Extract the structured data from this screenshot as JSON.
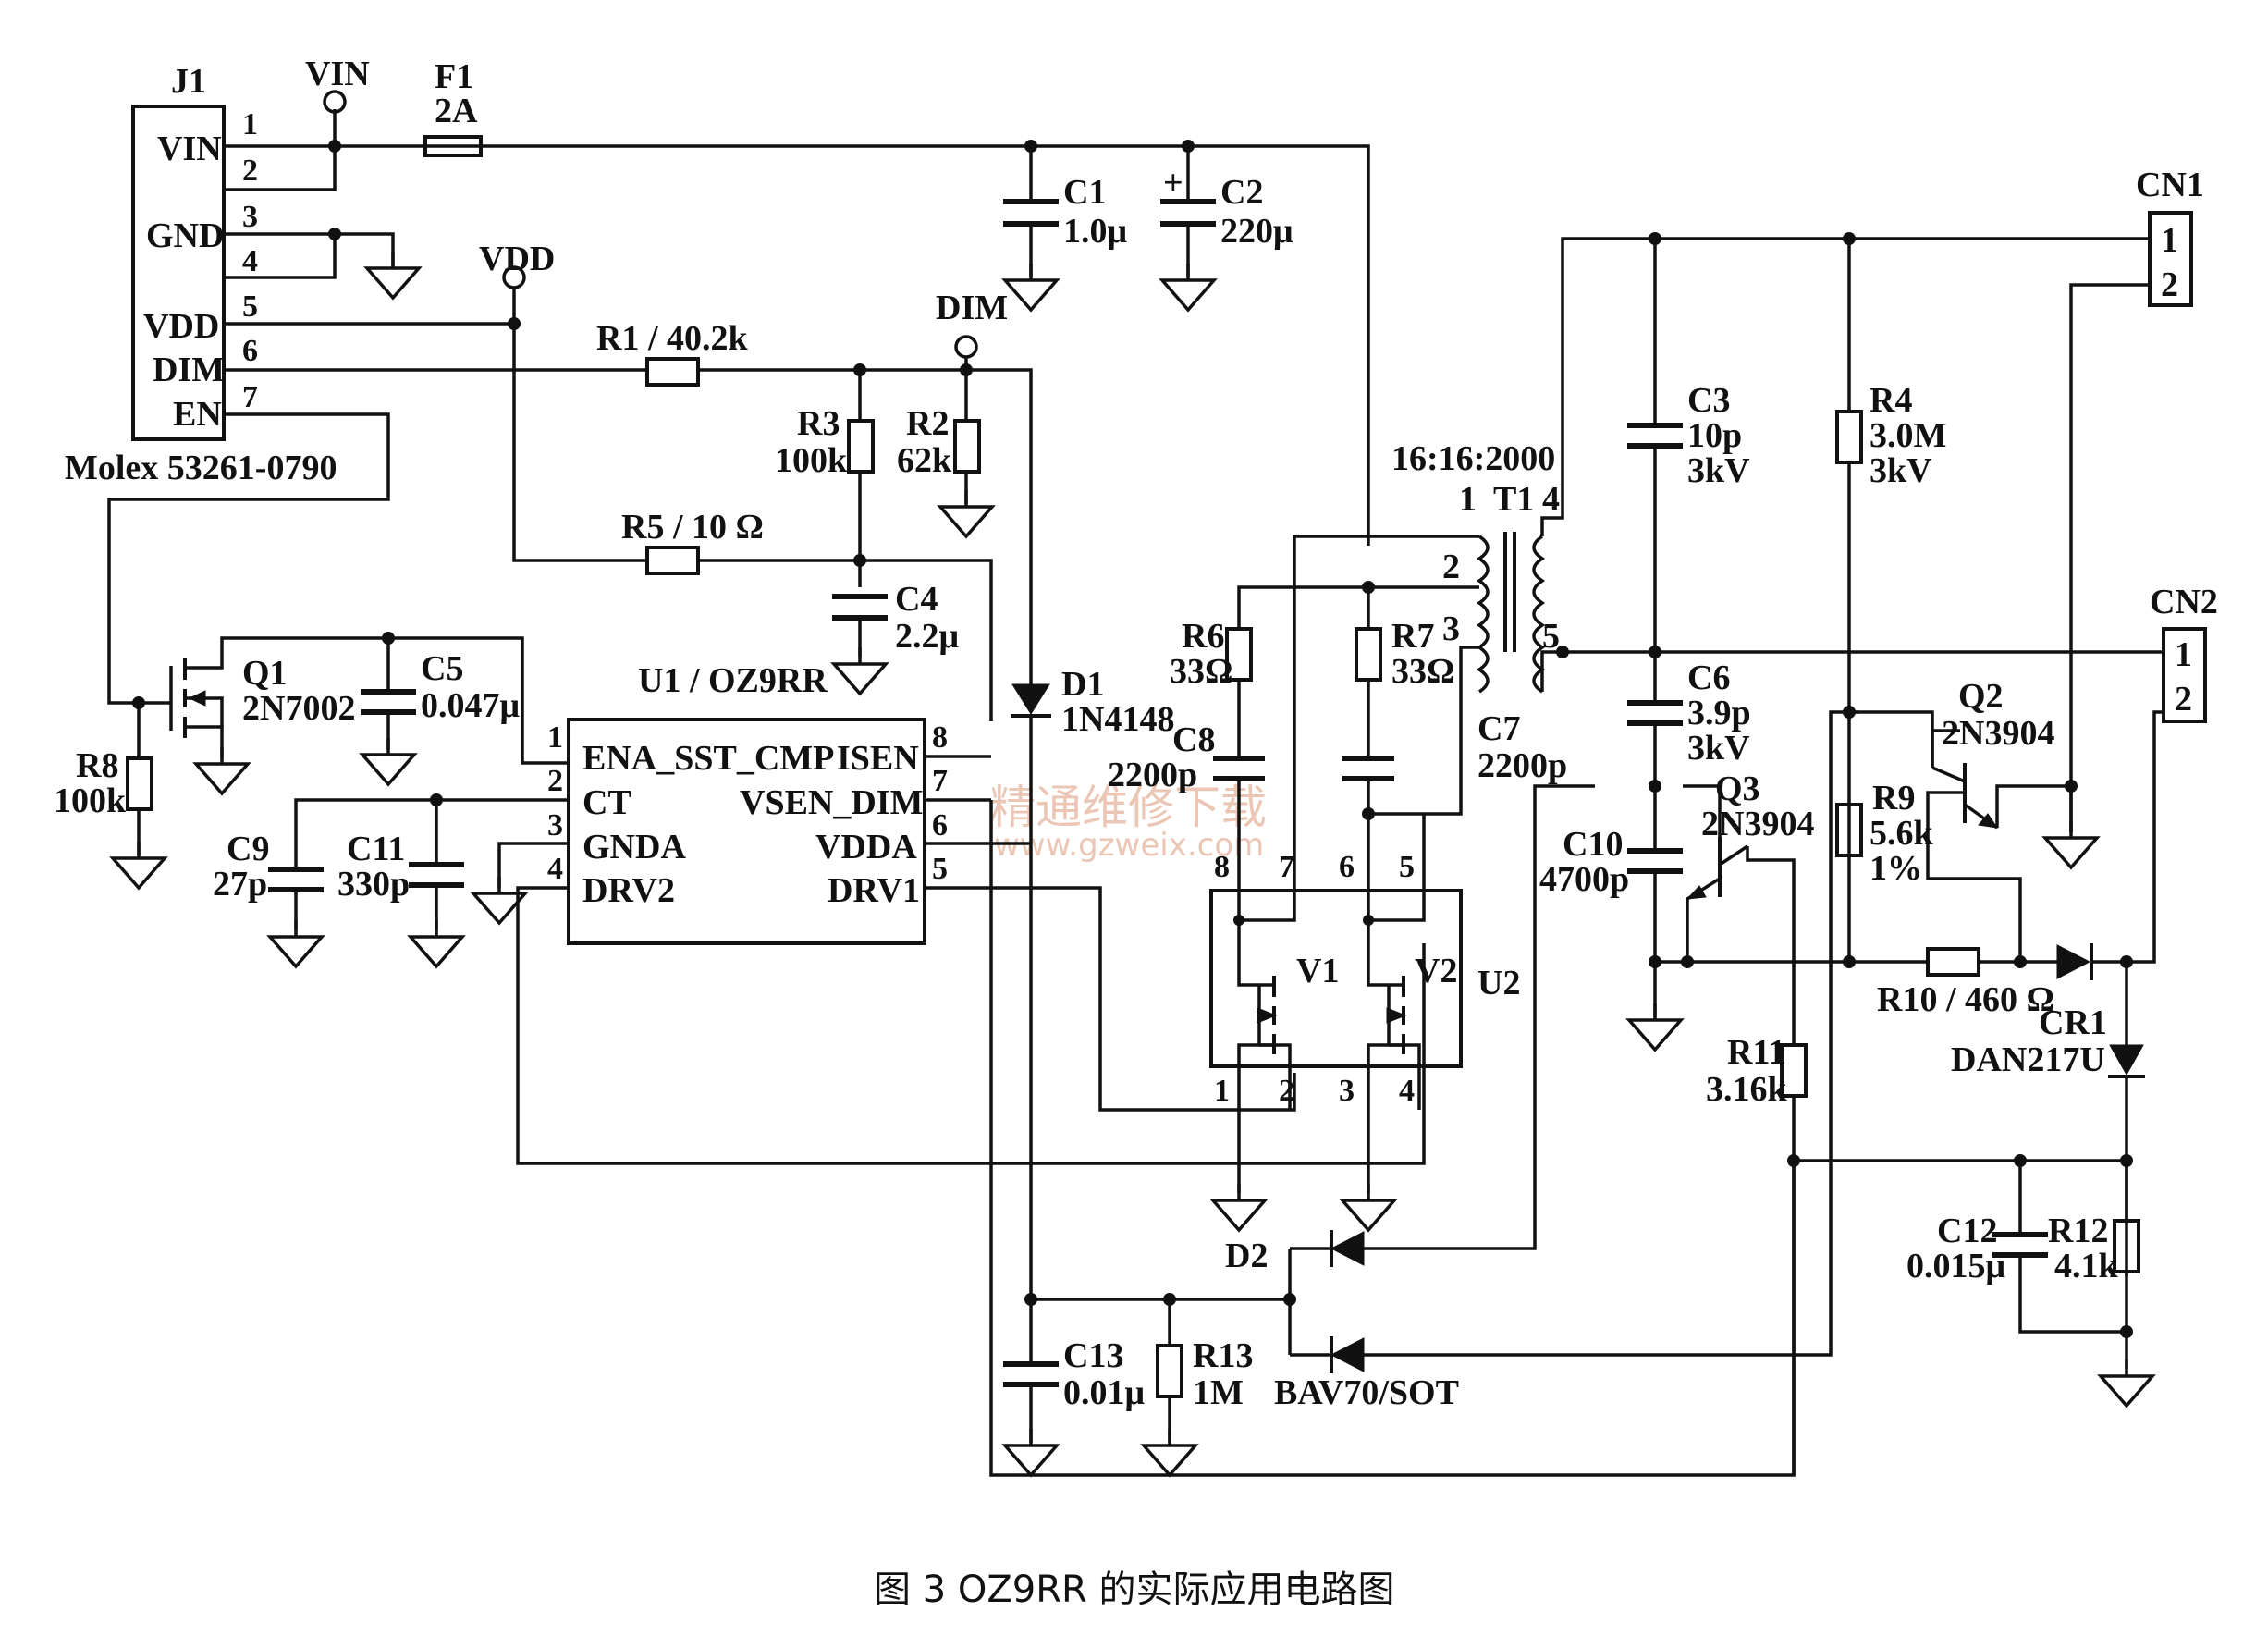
{
  "caption": "图 3 OZ9RR 的实际应用电路图",
  "watermark": {
    "cn": "精通维修下载",
    "url": "www.gzweix.com"
  },
  "connector_j1": {
    "ref": "J1",
    "part": "Molex 53261-0790",
    "signals": [
      "VIN",
      "GND",
      "VDD",
      "DIM",
      "EN"
    ],
    "pins": [
      "1",
      "2",
      "3",
      "4",
      "5",
      "6",
      "7"
    ]
  },
  "nets": {
    "vin": "VIN",
    "vdd": "VDD",
    "dim": "DIM"
  },
  "fuse": {
    "ref": "F1",
    "value": "2A"
  },
  "u1": {
    "ref": "U1 / OZ9RR",
    "left_pins": [
      "ENA_SST_CMP",
      "CT",
      "GNDA",
      "DRV2"
    ],
    "right_pins": [
      "ISEN",
      "VSEN_DIM",
      "VDDA",
      "DRV1"
    ],
    "left_nums": [
      "1",
      "2",
      "3",
      "4"
    ],
    "right_nums": [
      "8",
      "7",
      "6",
      "5"
    ]
  },
  "u2": {
    "ref": "U2",
    "v1": "V1",
    "v2": "V2",
    "top_pins": [
      "8",
      "7",
      "6",
      "5"
    ],
    "bottom_pins": [
      "1",
      "2",
      "3",
      "4"
    ]
  },
  "transformer": {
    "ref": "T1",
    "ratio": "16:16:2000",
    "pins": [
      "1",
      "2",
      "3",
      "4",
      "5"
    ]
  },
  "cn1": {
    "ref": "CN1",
    "pins": [
      "1",
      "2"
    ]
  },
  "cn2": {
    "ref": "CN2",
    "pins": [
      "1",
      "2"
    ]
  },
  "components": {
    "c1": {
      "ref": "C1",
      "value": "1.0μ"
    },
    "c2": {
      "ref": "C2",
      "value": "220μ",
      "polarity": "+"
    },
    "c3": {
      "ref": "C3",
      "value": "10p",
      "rating": "3kV"
    },
    "c4": {
      "ref": "C4",
      "value": "2.2μ"
    },
    "c5": {
      "ref": "C5",
      "value": "0.047μ"
    },
    "c6": {
      "ref": "C6",
      "value": "3.9p",
      "rating": "3kV"
    },
    "c7": {
      "ref": "C7",
      "value": "2200p"
    },
    "c8": {
      "ref": "C8",
      "value": "2200p"
    },
    "c9": {
      "ref": "C9",
      "value": "27p"
    },
    "c10": {
      "ref": "C10",
      "value": "4700p"
    },
    "c11": {
      "ref": "C11",
      "value": "330p"
    },
    "c12": {
      "ref": "C12",
      "value": "0.015μ"
    },
    "c13": {
      "ref": "C13",
      "value": "0.01μ"
    },
    "r1": "R1 / 40.2k",
    "r2": {
      "ref": "R2",
      "value": "62k"
    },
    "r3": {
      "ref": "R3",
      "value": "100k"
    },
    "r4": {
      "ref": "R4",
      "value": "3.0M",
      "rating": "3kV"
    },
    "r5": "R5 / 10 Ω",
    "r6": {
      "ref": "R6",
      "value": "33Ω"
    },
    "r7": {
      "ref": "R7",
      "value": "33Ω"
    },
    "r8": {
      "ref": "R8",
      "value": "100k"
    },
    "r9": {
      "ref": "R9",
      "value": "5.6k",
      "tol": "1%"
    },
    "r10": "R10 / 460 Ω",
    "r11": {
      "ref": "R11",
      "value": "3.16k"
    },
    "r12": {
      "ref": "R12",
      "value": "4.1k"
    },
    "r13": {
      "ref": "R13",
      "value": "1M"
    },
    "q1": {
      "ref": "Q1",
      "part": "2N7002"
    },
    "q2": {
      "ref": "Q2",
      "part": "2N3904"
    },
    "q3": {
      "ref": "Q3",
      "part": "2N3904"
    },
    "d1": {
      "ref": "D1",
      "part": "1N4148"
    },
    "d2": {
      "ref": "D2",
      "part": "BAV70/SOT"
    },
    "cr1": {
      "ref": "CR1",
      "part": "DAN217U"
    }
  }
}
